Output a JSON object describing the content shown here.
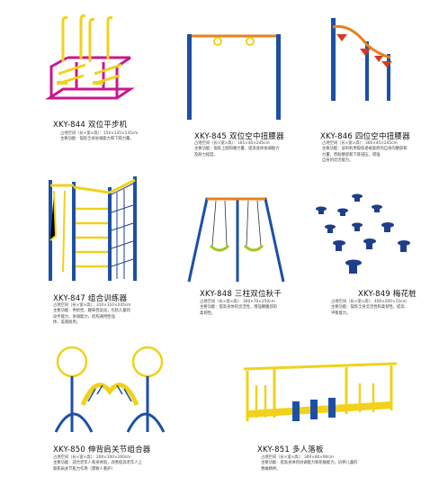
{
  "colors": {
    "yellow": "#f0d21a",
    "magenta": "#c8188f",
    "blue": "#1d4fa6",
    "navy": "#1e3e8c",
    "red": "#d83a20",
    "orange": "#e6821a"
  },
  "items": [
    {
      "title": "XKY-844 双位平步机",
      "spec": [
        "占地空间（长×宽×高）：150×135×135cm",
        "主要功能：锻炼全身协调能力和下肢力量。"
      ]
    },
    {
      "title": "XKY-845 双位空中扭腰器",
      "spec": [
        "占地空间（长×宽×高）：165×40×245cm",
        "主要功能：锻炼上肢和腰力量，提高身体协调能力",
        "及耐力程度。"
      ]
    },
    {
      "title": "XKY-846 四位空中扭腰器",
      "spec": [
        "占地空间（长×宽×高）：300×45×245cm",
        "主要功能：该利利用锻炼者被复原的自身的腰部和",
        "力量，帮助腰部和下肢减压，增强",
        "自身的灵活能力。"
      ]
    },
    {
      "title": "XKY-847 组合训练器",
      "spec": [
        "占地空间（长×宽×高）：310×310×245cm",
        "主要功能：供给性、趣味性运动，包括儿童的",
        "动手能力、协调能力，结构通用性强",
        "体，美观耐用。"
      ]
    },
    {
      "title": "XKY-848 三柱双位秋千",
      "spec": [
        "占地空间（长×宽×高）：300×70×250cm",
        "主要功能：提高身体的灵活性，增强腰腹部的",
        "柔韧性。"
      ]
    },
    {
      "title": "XKY-849 梅花桩",
      "spec": [
        "占地空间（长×宽×高）：400×200×15cm",
        "主要功能：锻炼全身灵活性和柔韧性，提高",
        "平衡能力。"
      ]
    },
    {
      "title": "XKY-850 伸背肩关节组合器",
      "spec": [
        "占地空间（长×宽×高）：200×100×160cm",
        "主要功能：适合老年人和身体肌，改善提高老年人上",
        "肢和肩关节肌力作用（需要人看护）"
      ]
    },
    {
      "title": "XKY-851 多人落板",
      "spec": [
        "占地空间（长×宽×高）：300×80×90cm",
        "主要功能：提高身体的协调能力和机敏能力，培养儿童的",
        "勇敢精神。"
      ]
    }
  ]
}
